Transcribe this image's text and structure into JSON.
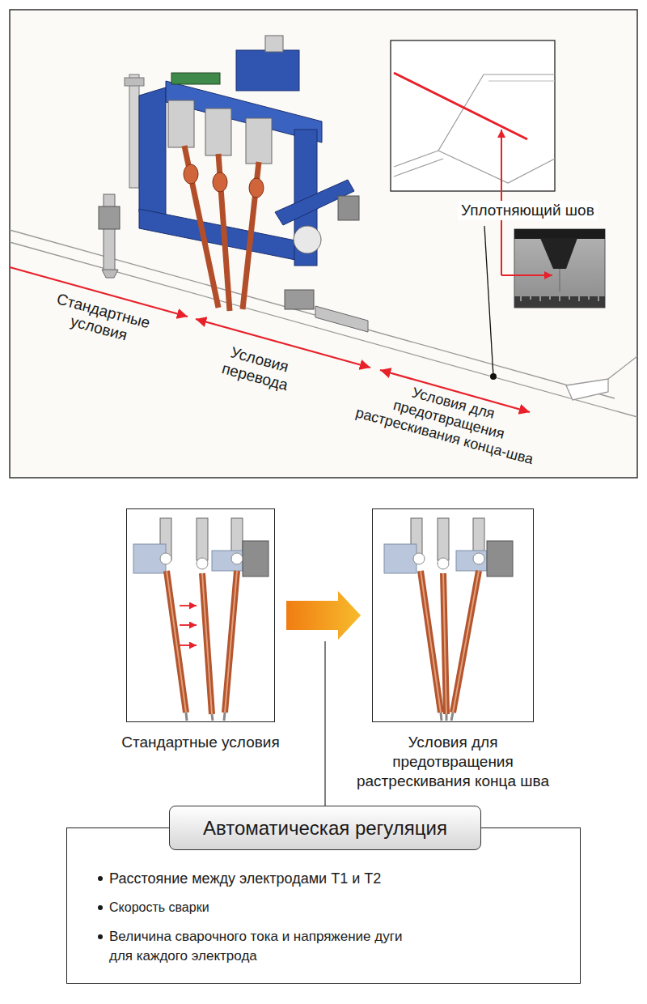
{
  "diagram": {
    "nodes": [
      {
        "text": [
          "Стандартные условия"
        ]
      },
      {
        "text": [
          "Условия для предотвращения растрескивания конца шва"
        ]
      },
      {
        "text": [
          "Автоматическая регуляция"
        ]
      },
      {
        "text": [
          "Расстояние между электродами T1 и T2",
          "Скорость сварки",
          "Величина сварочного тока и напряжение дуги для каждого электрода"
        ]
      }
    ],
    "edges": [
      {
        "from": 0,
        "to": 1,
        "arrow": "to"
      }
    ],
    "labels": [
      "Стандартные условия",
      "Условия перевода",
      "Условия для предотвращения растрескивания конца-шва",
      "Уплотняющий шов"
    ]
  }
}
